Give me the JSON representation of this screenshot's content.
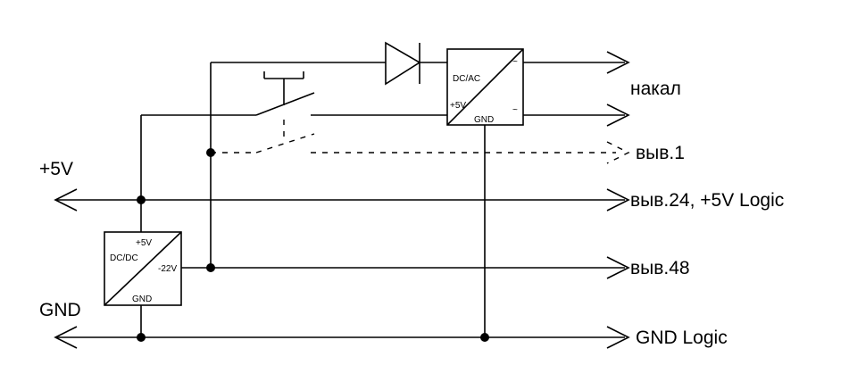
{
  "labels": {
    "plus5v": "+5V",
    "gnd": "GND",
    "nakal": "накал",
    "vyv1": "выв.1",
    "vyv24": "выв.24, +5V Logic",
    "vyv48": "выв.48",
    "gnd_logic": "GND Logic"
  },
  "dcdc": {
    "title": "DC/DC",
    "plus5v": "+5V",
    "minus22v": "-22V",
    "gnd": "GND"
  },
  "dcac": {
    "title": "DC/AC",
    "plus5v": "+5V",
    "gnd": "GND",
    "ac_top": "~",
    "ac_bottom": "~"
  }
}
